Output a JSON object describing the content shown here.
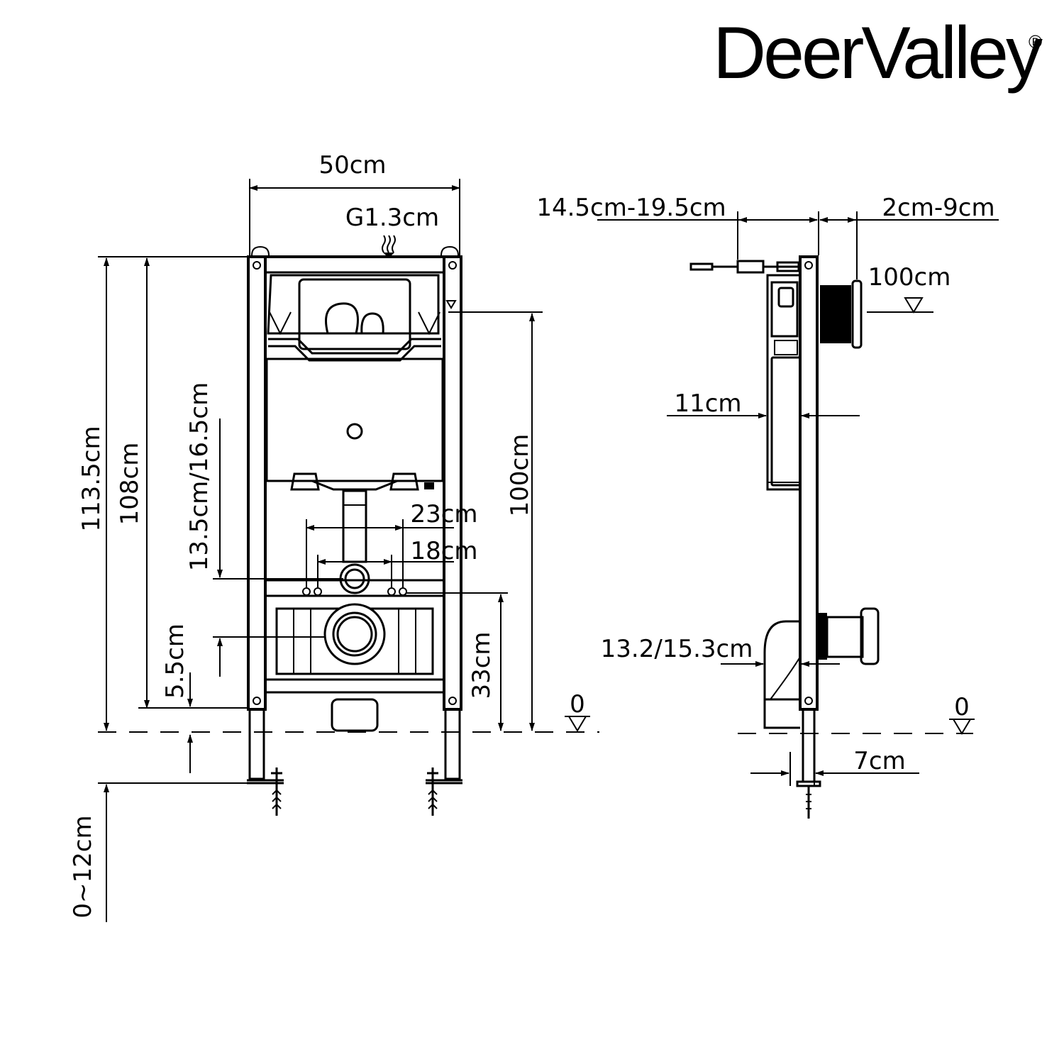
{
  "brand": {
    "name": "DeerValley",
    "registered": "®"
  },
  "front_view": {
    "width": "50cm",
    "supply": "G1.3cm",
    "height_total": "113.5cm",
    "height_frame": "108cm",
    "height_flush": "100cm",
    "outlet_range": "13.5cm/16.5cm",
    "bolt_spacing_outer": "23cm",
    "bolt_spacing_inner": "18cm",
    "outlet_height": "33cm",
    "foot_height": "5.5cm",
    "adjustable_feet": "0~12cm",
    "floor_level": "0"
  },
  "side_view": {
    "tank_depth": "14.5cm-19.5cm",
    "wall_range": "2cm-9cm",
    "button_height": "100cm",
    "tank_thickness": "11cm",
    "pipe_offset": "13.2/15.3cm",
    "foot_depth": "7cm",
    "floor_level": "0"
  }
}
